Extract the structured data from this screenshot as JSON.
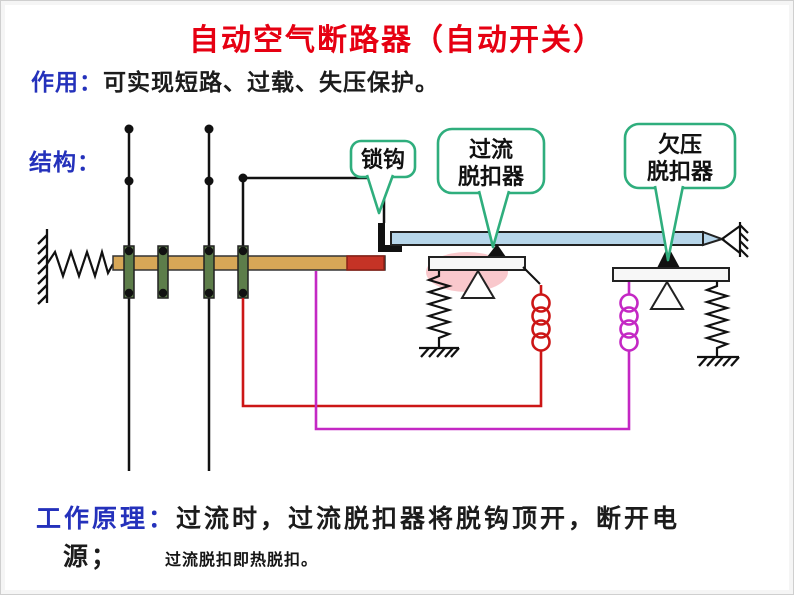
{
  "header": {
    "title": "自动空气断路器（自动开关）"
  },
  "function": {
    "label": "作用：",
    "text": "可实现短路、过载、失压保护。"
  },
  "structure": {
    "label": "结构："
  },
  "principle": {
    "label": "工作原理：",
    "line1": "过流时，过流脱扣器将脱钩顶开，断开电",
    "line2": "源；",
    "note": "过流脱扣即热脱扣。"
  },
  "callouts": {
    "lock_hook": "锁钩",
    "overcurrent_1": "过流",
    "overcurrent_2": "脱扣器",
    "undervoltage_1": "欠压",
    "undervoltage_2": "脱扣器"
  },
  "colors": {
    "title_red": "#e60012",
    "label_blue": "#2431bb",
    "callout_green": "#2fae7d",
    "contact_bar_tan": "#d7a757",
    "contact_bar_red_tip": "#c53326",
    "trip_beam_blue": "#b7d6ea",
    "blade_green": "#5d7d4a",
    "coil_red": "#cc1616",
    "coil_magenta": "#c428c4",
    "highlight_pink": "#f2858f"
  }
}
